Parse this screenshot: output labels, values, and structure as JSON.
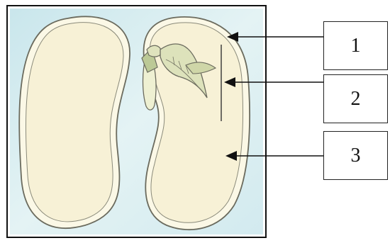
{
  "labels": [
    {
      "number": "1"
    },
    {
      "number": "2"
    },
    {
      "number": "3"
    }
  ],
  "colors": {
    "background_tint": "#d8eef2",
    "cotyledon_fill": "#f8f4dc",
    "outline": "#6b6b5e",
    "embryo_green": "#bcc996",
    "arrow": "#111111"
  }
}
